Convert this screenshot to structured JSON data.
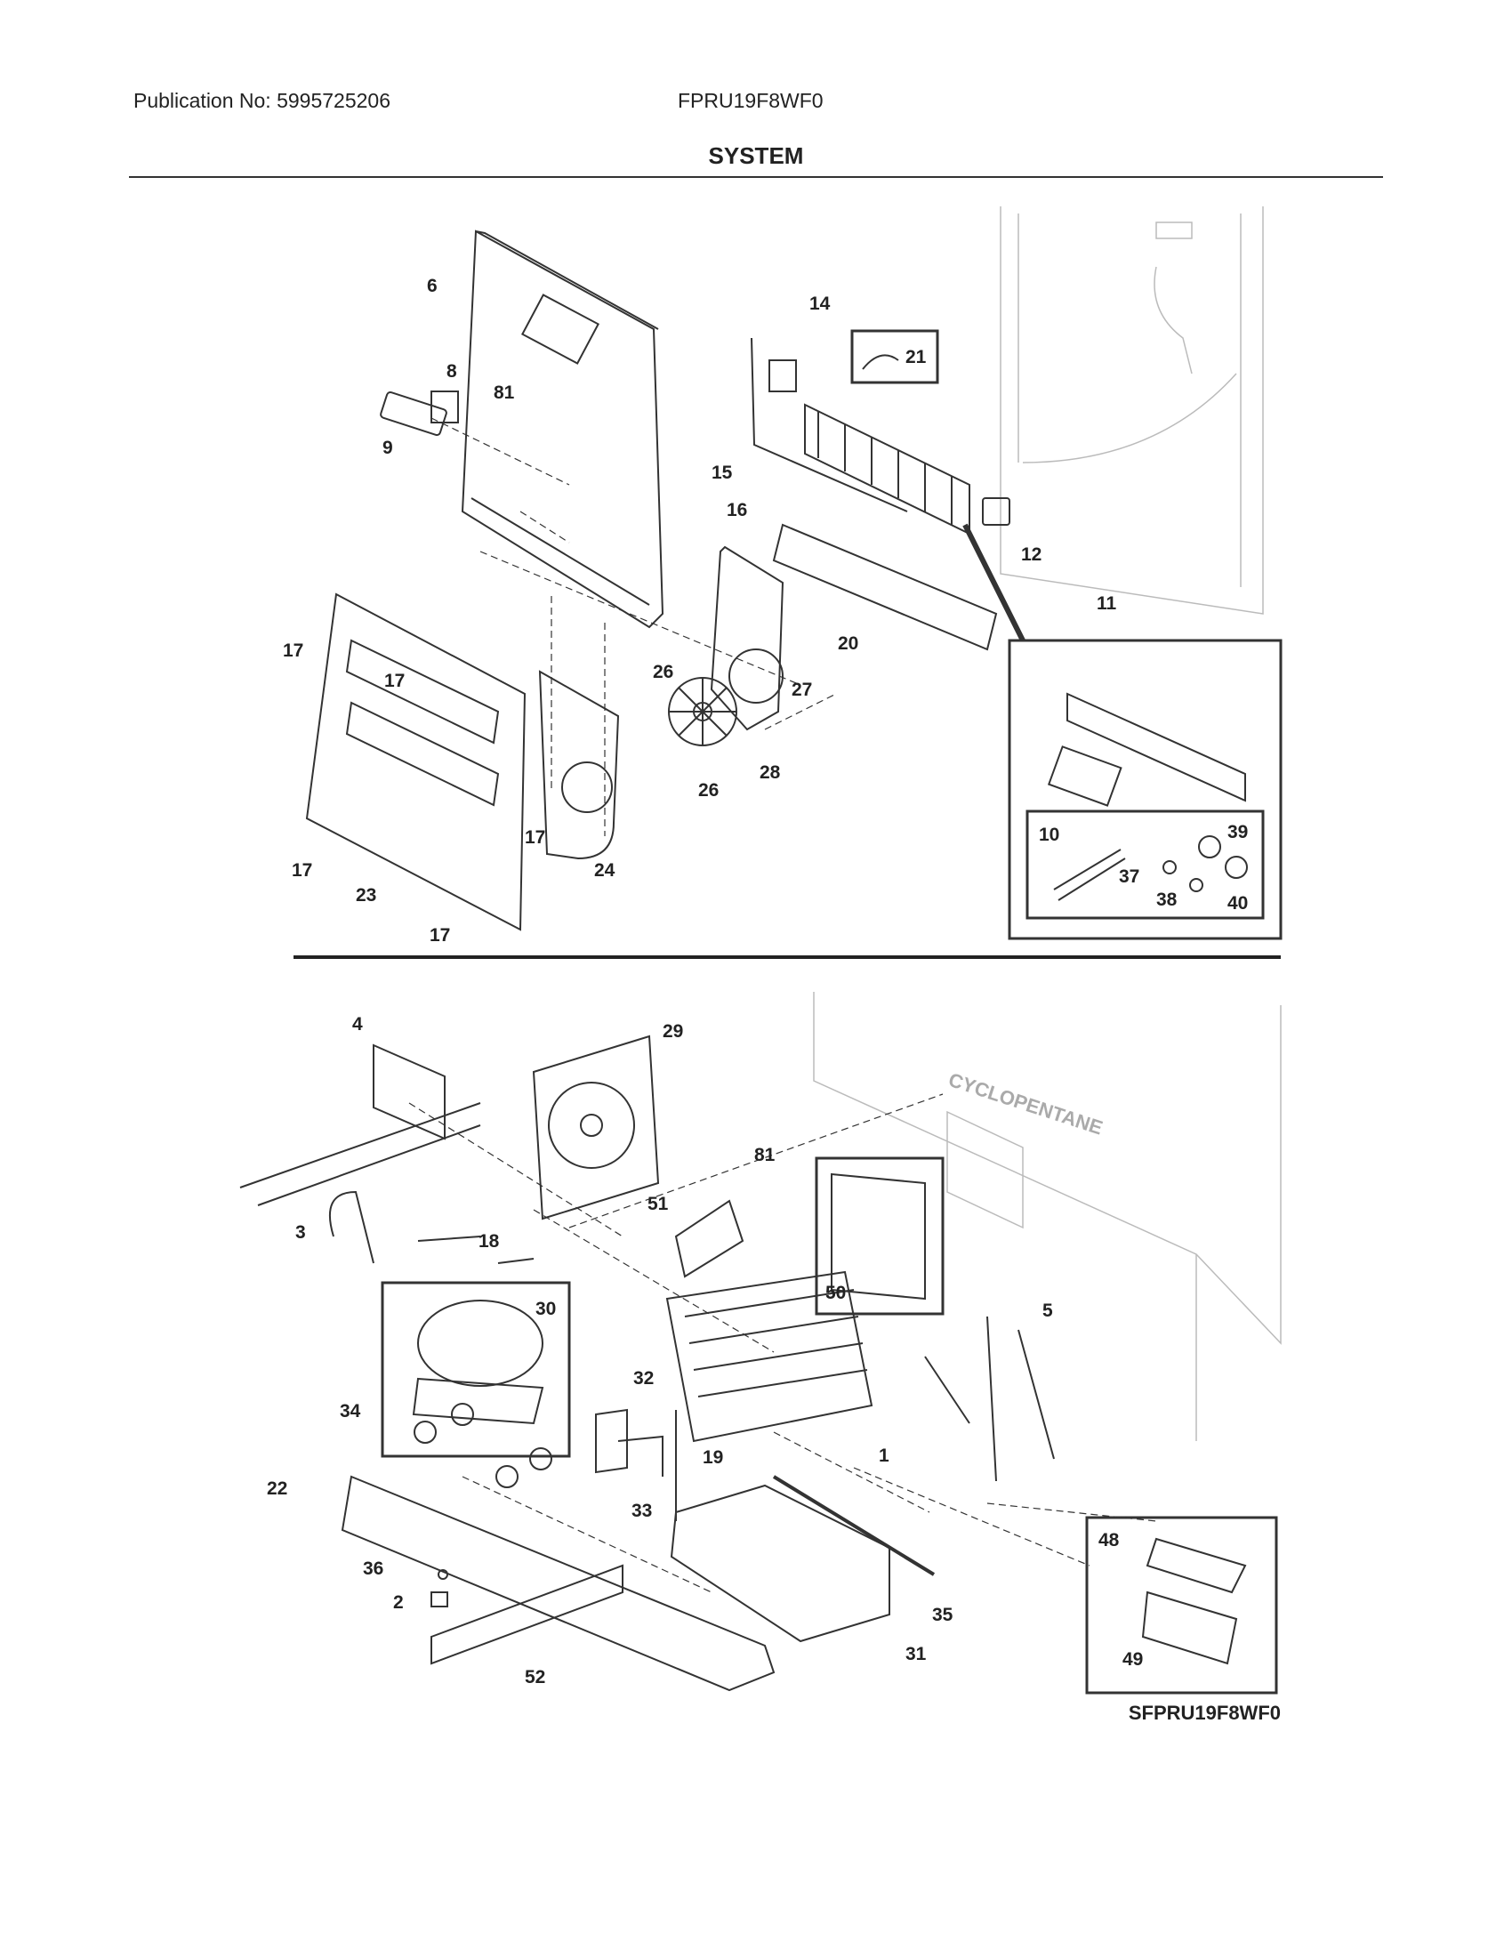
{
  "header": {
    "publication": "Publication No: 5995725206",
    "model": "FPRU19F8WF0"
  },
  "title": "SYSTEM",
  "diagram_code": "SFPRU19F8WF0",
  "watermark_text": "CYCLOPENTANE",
  "callouts": {
    "c6": "6",
    "c8": "8",
    "c81a": "81",
    "c9": "9",
    "c14": "14",
    "c21": "21",
    "c15": "15",
    "c16": "16",
    "c12": "12",
    "c11": "11",
    "c20": "20",
    "c17a": "17",
    "c17b": "17",
    "c17c": "17",
    "c17d": "17",
    "c17e": "17",
    "c26a": "26",
    "c26b": "26",
    "c27": "27",
    "c28": "28",
    "c24": "24",
    "c23": "23",
    "c10": "10",
    "c39": "39",
    "c37": "37",
    "c38": "38",
    "c40": "40",
    "c4": "4",
    "c29": "29",
    "c81b": "81",
    "c3": "3",
    "c18": "18",
    "c51": "51",
    "c30": "30",
    "c50": "50",
    "c5": "5",
    "c32": "32",
    "c34": "34",
    "c19": "19",
    "c1": "1",
    "c33": "33",
    "c22": "22",
    "c36": "36",
    "c2": "2",
    "c35": "35",
    "c31": "31",
    "c52": "52",
    "c48": "48",
    "c49": "49"
  }
}
